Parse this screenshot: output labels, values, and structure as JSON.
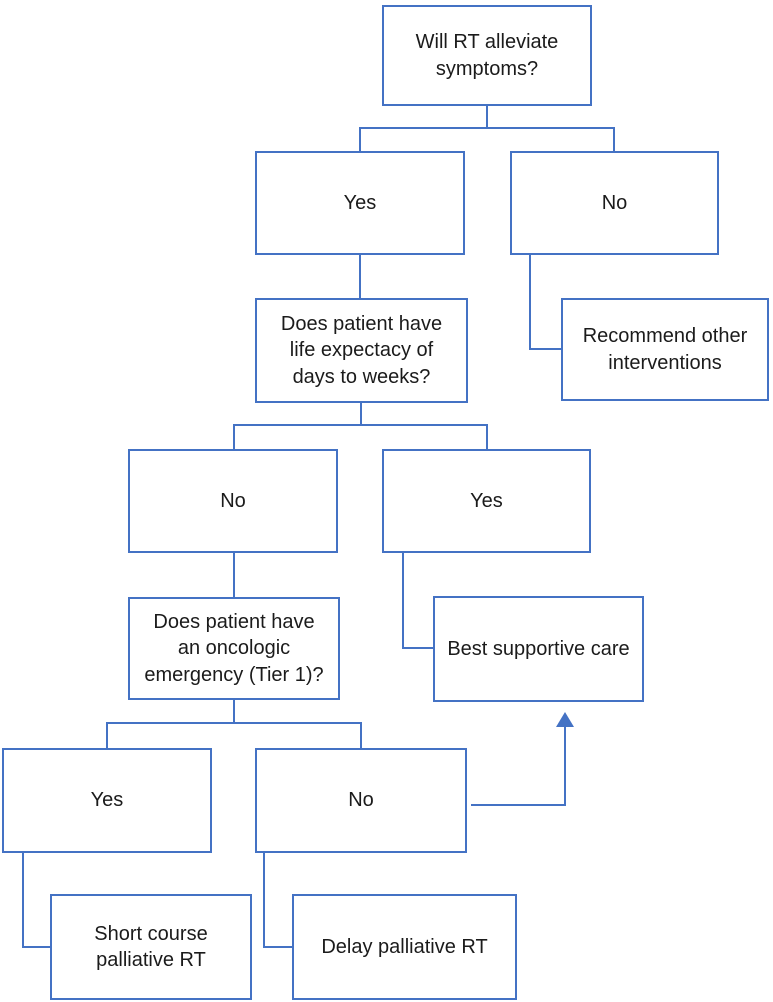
{
  "colors": {
    "accent": "#4472C4",
    "text": "#1b1b1b",
    "background": "#ffffff"
  },
  "diagram": {
    "type": "flowchart",
    "nodes": {
      "will_rt": {
        "label": "Will RT alleviate symptoms?"
      },
      "yes_1": {
        "label": "Yes"
      },
      "no_1": {
        "label": "No"
      },
      "recommend_other": {
        "label": "Recommend other interventions"
      },
      "life_expectancy": {
        "label": "Does patient have life expectacy of days to weeks?"
      },
      "no_2": {
        "label": "No"
      },
      "yes_2": {
        "label": "Yes"
      },
      "oncologic_emergency": {
        "label": "Does patient have an oncologic emergency (Tier 1)?"
      },
      "best_supportive_care": {
        "label": "Best supportive care"
      },
      "yes_3": {
        "label": "Yes"
      },
      "no_3": {
        "label": "No"
      },
      "short_course": {
        "label": "Short course palliative RT"
      },
      "delay_rt": {
        "label": "Delay palliative RT"
      }
    },
    "edges": [
      {
        "from": "will_rt",
        "to": "yes_1"
      },
      {
        "from": "will_rt",
        "to": "no_1"
      },
      {
        "from": "no_1",
        "to": "recommend_other"
      },
      {
        "from": "yes_1",
        "to": "life_expectancy"
      },
      {
        "from": "life_expectancy",
        "to": "no_2"
      },
      {
        "from": "life_expectancy",
        "to": "yes_2"
      },
      {
        "from": "yes_2",
        "to": "best_supportive_care"
      },
      {
        "from": "no_2",
        "to": "oncologic_emergency"
      },
      {
        "from": "oncologic_emergency",
        "to": "yes_3"
      },
      {
        "from": "oncologic_emergency",
        "to": "no_3"
      },
      {
        "from": "yes_3",
        "to": "short_course"
      },
      {
        "from": "no_3",
        "to": "delay_rt"
      },
      {
        "from": "no_3",
        "to": "best_supportive_care",
        "style": "arrow"
      }
    ]
  }
}
